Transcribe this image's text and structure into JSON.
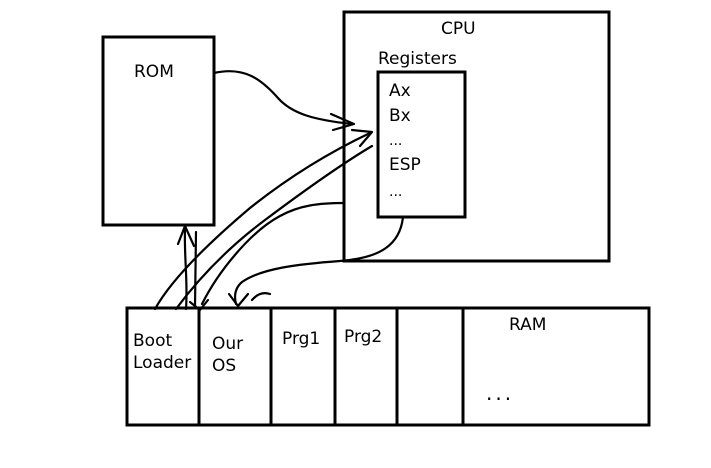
{
  "cpu": {
    "title": "CPU",
    "registers_title": "Registers",
    "registers": [
      "Ax",
      "Bx",
      "...",
      "ESP",
      "..."
    ]
  },
  "rom": {
    "label": "ROM"
  },
  "ram": {
    "label": "RAM",
    "ellipsis": "...",
    "segments": [
      {
        "line1": "Boot",
        "line2": "Loader"
      },
      {
        "line1": "Our",
        "line2": "OS"
      },
      {
        "line1": "Prg1",
        "line2": ""
      },
      {
        "line1": "Prg2",
        "line2": ""
      },
      {
        "line1": "",
        "line2": ""
      }
    ]
  },
  "colors": {
    "ink": "#000000",
    "background": "#ffffff"
  }
}
